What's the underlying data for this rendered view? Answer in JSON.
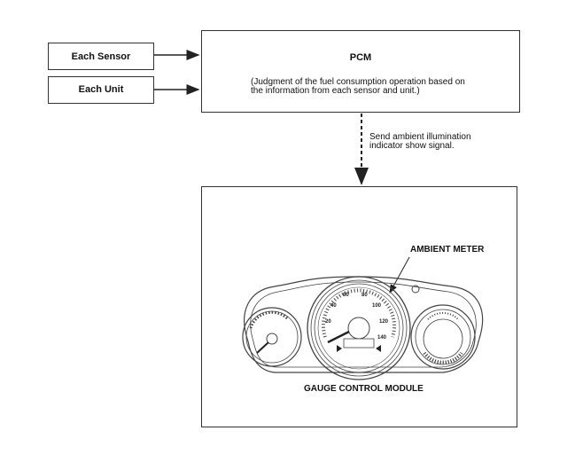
{
  "inputs": {
    "sensor_label": "Each Sensor",
    "unit_label": "Each Unit"
  },
  "pcm": {
    "title": "PCM",
    "desc_line1": "(Judgment of the fuel consumption operation based on",
    "desc_line2": "the information from each sensor and unit.)"
  },
  "signal": {
    "line1": "Send ambient illumination",
    "line2": "indicator show signal."
  },
  "module": {
    "name": "GAUGE CONTROL MODULE",
    "callout": "AMBIENT METER",
    "speedo_ticks": [
      "20",
      "40",
      "60",
      "80",
      "100",
      "120",
      "140"
    ]
  }
}
